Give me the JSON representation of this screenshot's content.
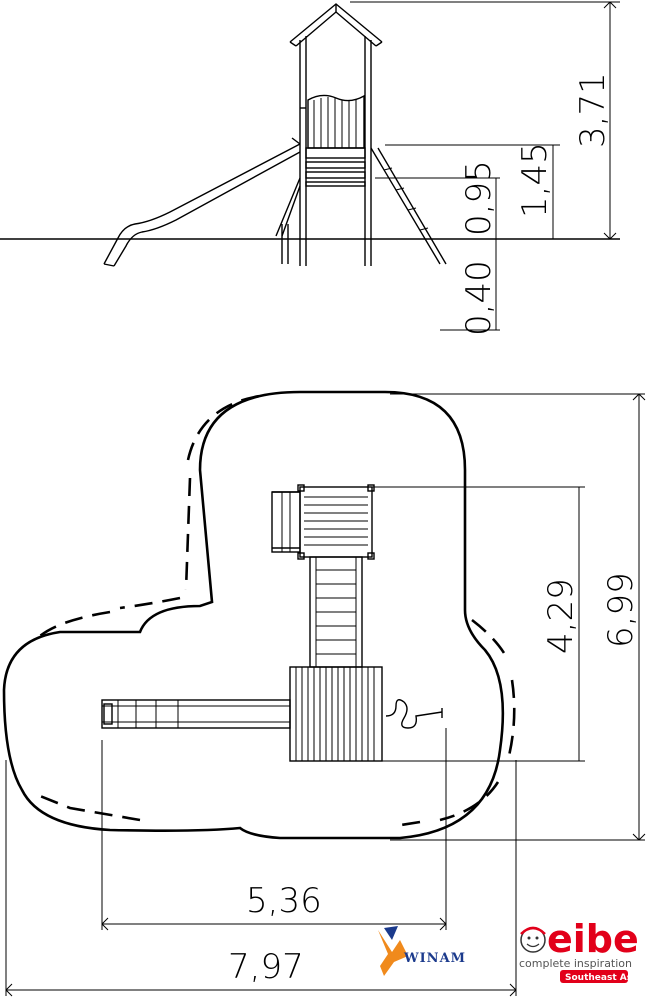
{
  "side_view": {
    "dimensions": {
      "total_height": "3,71",
      "platform_height": "1,45",
      "step_height": "0,95",
      "foundation_depth": "0,40"
    }
  },
  "plan_view": {
    "dimensions": {
      "tower_depth": "4,29",
      "total_depth": "6,99",
      "footprint_width": "5,36",
      "total_width": "7,97"
    }
  },
  "logos": {
    "winam": "WINAM",
    "eibe": "eibe",
    "eibe_tagline": "complete inspiration",
    "eibe_region": "Southeast Asia"
  },
  "colors": {
    "eibe_red": "#e2001a",
    "winam_blue": "#1b3a8c",
    "winam_orange": "#f08a1c"
  }
}
